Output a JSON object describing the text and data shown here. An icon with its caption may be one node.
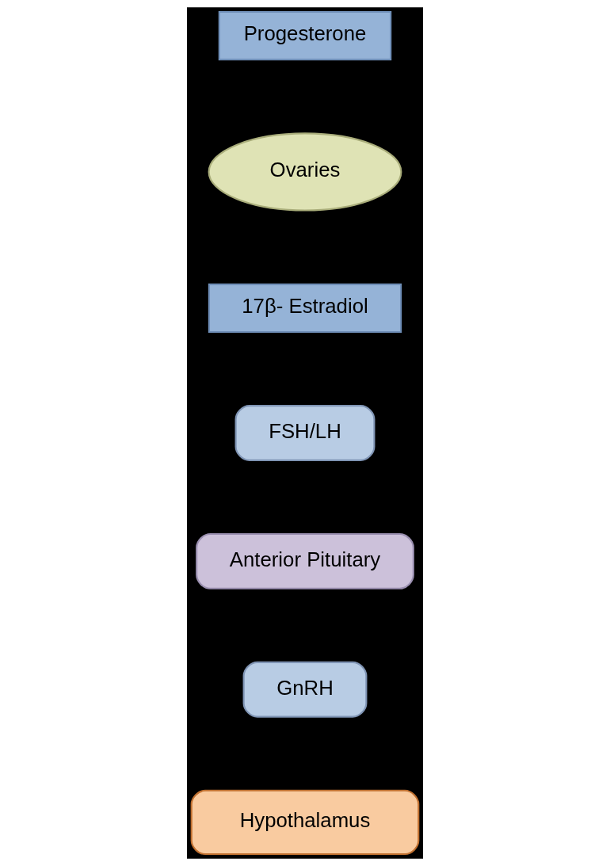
{
  "diagram": {
    "nodes": [
      {
        "text": [
          "Hypothalamus"
        ]
      },
      {
        "text": [
          "GnRH"
        ]
      },
      {
        "text": [
          "Anterior Pituitary"
        ]
      },
      {
        "text": [
          "FSH/LH"
        ]
      },
      {
        "text": [
          "17β- Estradiol"
        ]
      },
      {
        "text": [
          "Ovaries"
        ]
      },
      {
        "text": [
          "Progesterone"
        ]
      }
    ]
  }
}
